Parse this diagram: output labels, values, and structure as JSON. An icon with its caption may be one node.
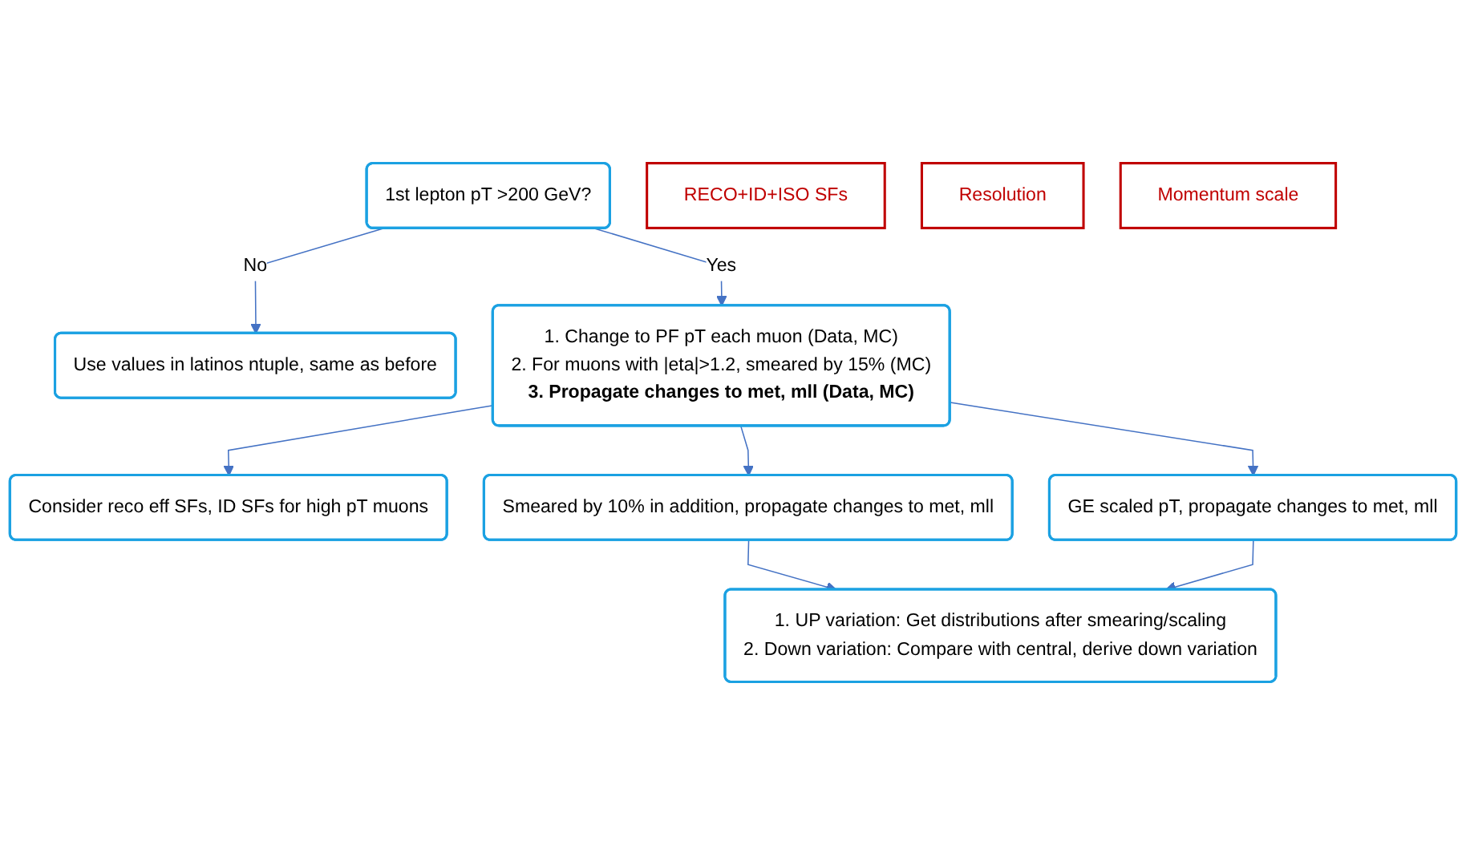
{
  "diagram": {
    "nodes": [
      {
        "text": [
          "1st lepton pT >200 GeV?"
        ]
      },
      {
        "text": [
          "Use values in latinos ntuple, same as before"
        ]
      },
      {
        "text": [
          "1. Change to PF pT each muon (Data, MC)",
          "2. For muons with |eta|>1.2, smeared by 15% (MC)",
          "3. Propagate changes to met, mll (Data, MC)"
        ]
      },
      {
        "text": [
          "RECO+ID+ISO SFs"
        ]
      },
      {
        "text": [
          "Consider reco eff SFs, ID SFs for high pT muons"
        ]
      },
      {
        "text": [
          "Resolution"
        ]
      },
      {
        "text": [
          "Smeared  by 10% in addition, propagate changes to met, mll"
        ]
      },
      {
        "text": [
          "Momentum scale"
        ]
      },
      {
        "text": [
          "GE scaled pT, propagate changes to met, mll"
        ]
      },
      {
        "text": [
          "1. UP variation: Get distributions after smearing/scaling",
          "2. Down variation: Compare with central, derive down variation"
        ]
      }
    ],
    "edges": [
      {
        "from": 0,
        "to": 1,
        "arrow": "to",
        "label": "No"
      },
      {
        "from": 0,
        "to": 2,
        "arrow": "to",
        "label": "Yes"
      },
      {
        "from": 2,
        "to": 4,
        "arrow": "to"
      },
      {
        "from": 2,
        "to": 6,
        "arrow": "to"
      },
      {
        "from": 2,
        "to": 8,
        "arrow": "to"
      },
      {
        "from": 6,
        "to": 9,
        "arrow": "to"
      },
      {
        "from": 8,
        "to": 9,
        "arrow": "to"
      }
    ]
  }
}
